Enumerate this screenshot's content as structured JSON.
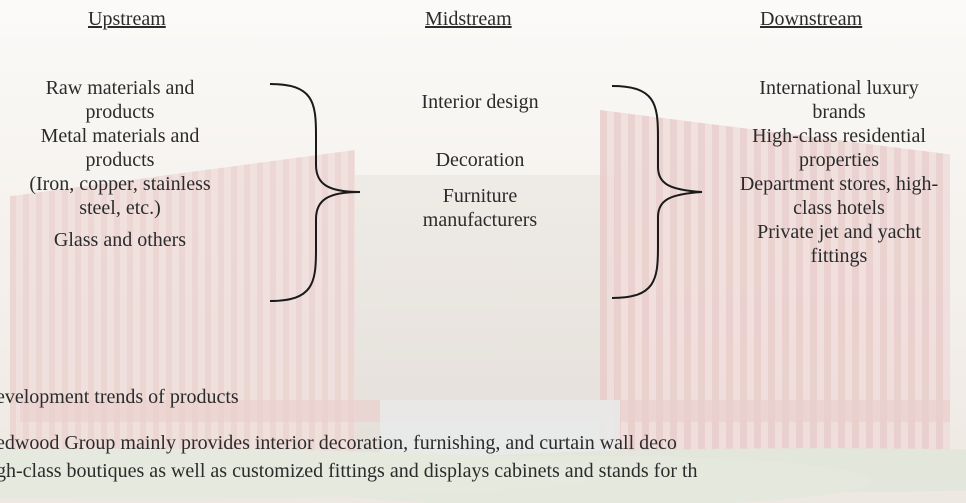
{
  "headers": {
    "upstream": "Upstream",
    "midstream": "Midstream",
    "downstream": "Downstream"
  },
  "upstream": [
    "Raw materials and products",
    "Metal materials and products",
    "(Iron, copper, stainless steel, etc.)",
    "Glass and others"
  ],
  "midstream": [
    "Interior design",
    "Decoration",
    "Furniture manufacturers"
  ],
  "downstream": [
    "International luxury brands",
    "High-class residential properties",
    "Department stores, high-class hotels",
    "Private jet and yacht fittings"
  ],
  "section_heading": "evelopment trends of products",
  "body_lines": [
    "edwood Group mainly provides interior decoration, furnishing, and curtain wall deco",
    "gh-class boutiques as well as customized fittings and displays cabinets and stands for th"
  ]
}
